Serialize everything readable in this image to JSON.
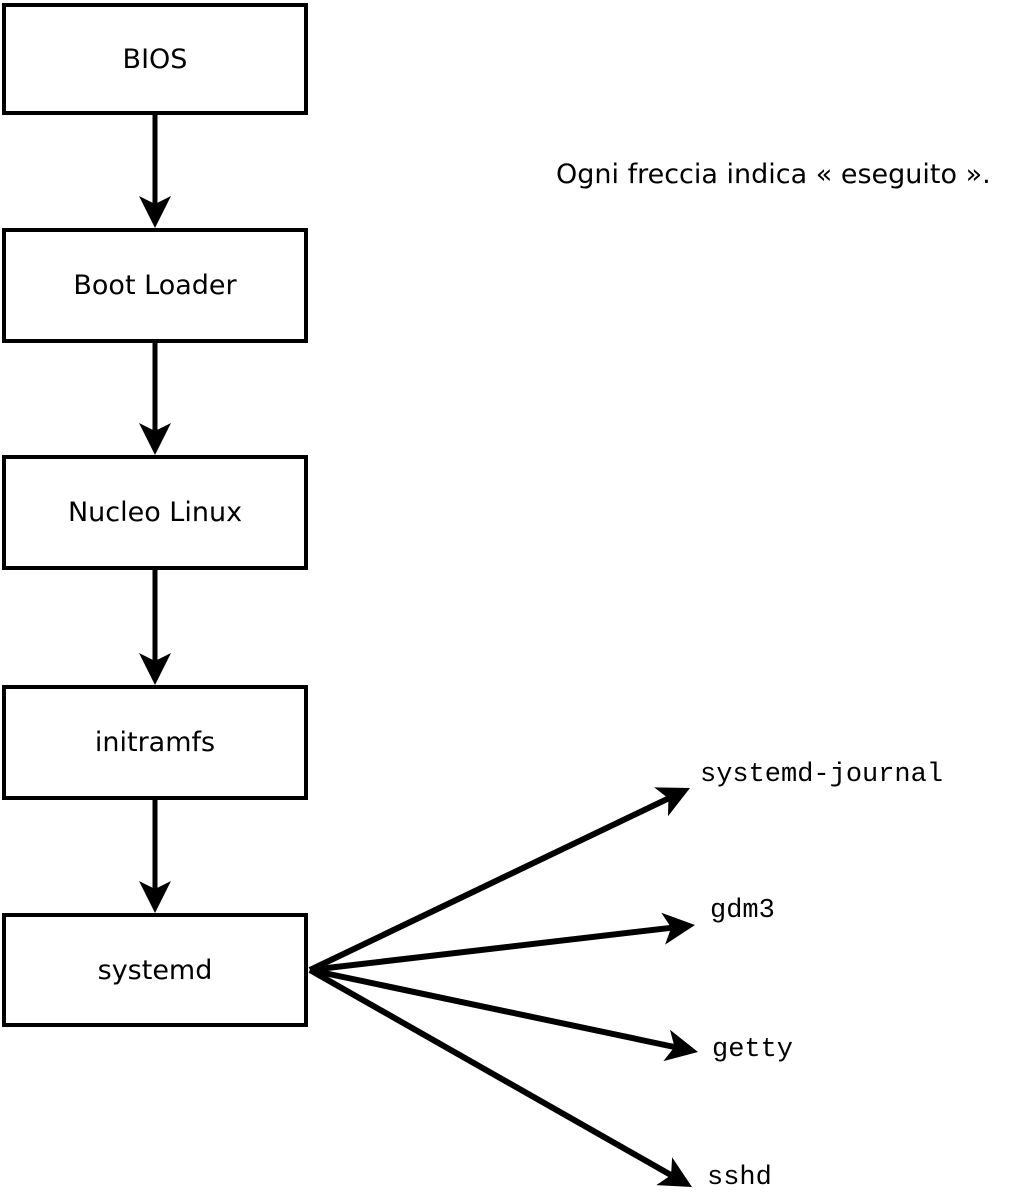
{
  "diagram": {
    "caption": "Ogni freccia indica « eseguito ».",
    "arrow_meaning": "eseguito",
    "chain": [
      {
        "id": "bios",
        "label": "BIOS"
      },
      {
        "id": "boot-loader",
        "label": "Boot Loader"
      },
      {
        "id": "nucleo-linux",
        "label": "Nucleo Linux"
      },
      {
        "id": "initramfs",
        "label": "initramfs"
      },
      {
        "id": "systemd",
        "label": "systemd"
      }
    ],
    "services": [
      {
        "id": "systemd-journal",
        "label": "systemd-journal"
      },
      {
        "id": "gdm3",
        "label": "gdm3"
      },
      {
        "id": "getty",
        "label": "getty"
      },
      {
        "id": "sshd",
        "label": "sshd"
      }
    ],
    "edges": [
      {
        "from": "BIOS",
        "to": "Boot Loader"
      },
      {
        "from": "Boot Loader",
        "to": "Nucleo Linux"
      },
      {
        "from": "Nucleo Linux",
        "to": "initramfs"
      },
      {
        "from": "initramfs",
        "to": "systemd"
      },
      {
        "from": "systemd",
        "to": "systemd-journal"
      },
      {
        "from": "systemd",
        "to": "gdm3"
      },
      {
        "from": "systemd",
        "to": "getty"
      },
      {
        "from": "systemd",
        "to": "sshd"
      }
    ],
    "colors": {
      "stroke": "#000000",
      "box_fill": "#ffffff",
      "background": "#ffffff"
    }
  }
}
